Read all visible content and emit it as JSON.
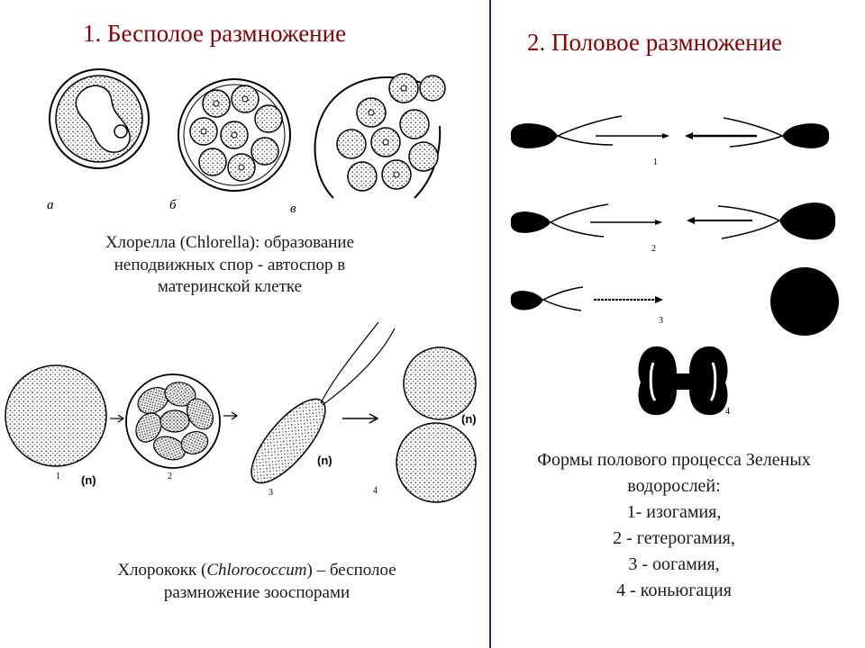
{
  "left": {
    "title": "1. Бесполое размножение",
    "chlorella": {
      "fig_labels": [
        "а",
        "б",
        "в"
      ],
      "caption": [
        "Хлорелла (Chlorella): образование",
        "неподвижных спор - автоспор в",
        "материнской клетке"
      ]
    },
    "chlorococcum": {
      "stage_labels": [
        "1",
        "2",
        "3",
        "4"
      ],
      "ploidy_label": "(n)",
      "caption_prefix": "Хлорококк (",
      "caption_genus": "Chlorococcum",
      "caption_suffix": ") – бесполое",
      "caption_line2": "размножение зооспорами"
    }
  },
  "right": {
    "title": "2. Половое размножение",
    "diagram_labels": [
      "1",
      "2",
      "3",
      "4"
    ],
    "forms_lines": [
      "Формы полового процесса Зеленых",
      "водорослей:",
      "1- изогамия,",
      "2 - гетерогамия,",
      "3 - оогамия,",
      "4 - коньюгация"
    ]
  },
  "colors": {
    "title": "#8b0000",
    "divider": "#1c2a6e",
    "ink": "#000000"
  }
}
